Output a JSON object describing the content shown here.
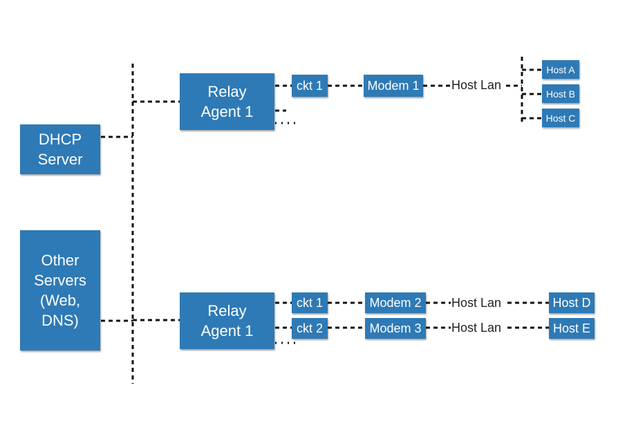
{
  "colors": {
    "node_fill": "#2e7ab6",
    "node_text": "#ffffff",
    "line": "#111111",
    "label_text": "#222222"
  },
  "nodes": {
    "dhcp_server": "DHCP\nServer",
    "other_servers": "Other\nServers\n(Web,\nDNS)",
    "relay_top": "Relay\nAgent 1",
    "relay_bottom": "Relay\nAgent 1",
    "ckt_top": "ckt 1",
    "ckt_bottom_1": "ckt 1",
    "ckt_bottom_2": "ckt 2",
    "modem_1": "Modem 1",
    "modem_2": "Modem 2",
    "modem_3": "Modem 3",
    "host_a": "Host A",
    "host_b": "Host B",
    "host_c": "Host C",
    "host_d": "Host D",
    "host_e": "Host E"
  },
  "labels": {
    "host_lan_top": "Host Lan",
    "host_lan_mid": "Host Lan",
    "host_lan_bottom": "Host Lan"
  }
}
